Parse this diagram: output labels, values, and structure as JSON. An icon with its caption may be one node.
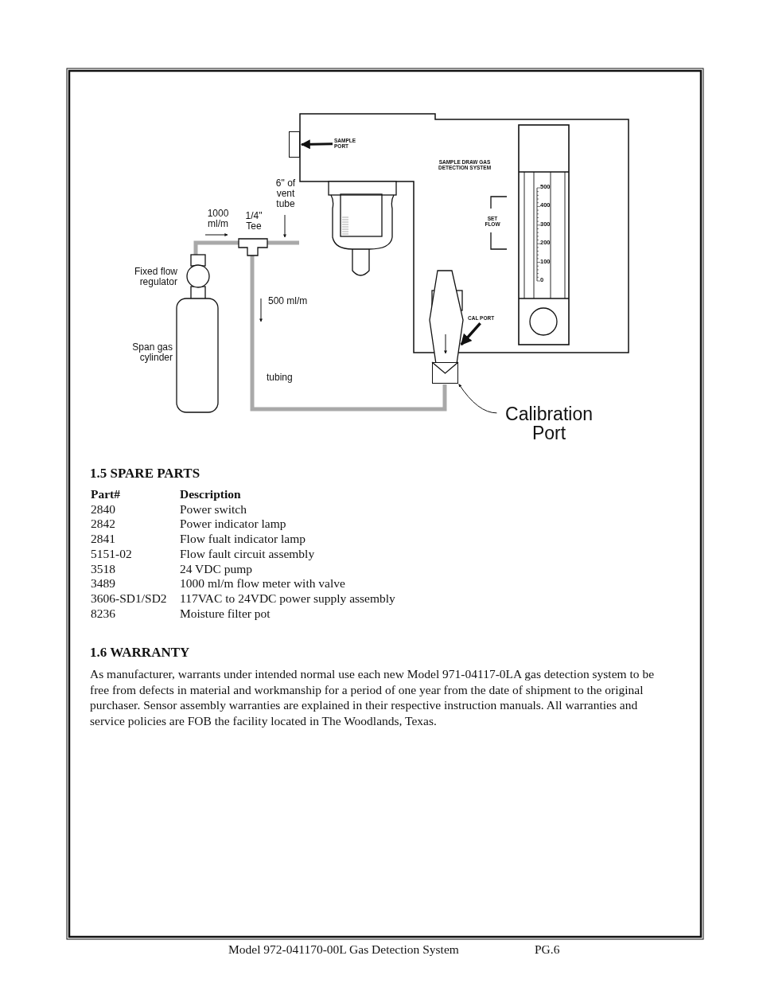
{
  "diagram": {
    "nodes": [
      {
        "text": [
          "SAMPLE PORT"
        ]
      },
      {
        "text": [],
        "shape": "box"
      },
      {
        "text": [
          "CAL PORT"
        ]
      },
      {
        "text": [
          "Calibration Port"
        ]
      },
      {
        "text": [],
        "shape": "box"
      },
      {
        "text": [],
        "shape": "box"
      }
    ],
    "edges": [
      {
        "from": 0,
        "to": 1,
        "arrow": "to"
      },
      {
        "from": 2,
        "to": 4,
        "arrow": "to"
      },
      {
        "from": 3,
        "to": 5,
        "arrow": "to"
      }
    ],
    "labels": [
      "SAMPLE DRAW GAS DETECTION SYSTEM",
      "SET FLOW",
      "500",
      "400",
      "300",
      "200",
      "100",
      "0",
      "6\" of vent tube",
      "1000 ml/m",
      "1/4\" Tee",
      "Fixed flow regulator",
      "500 ml/m",
      "Span gas cylinder",
      "tubing",
      "1.5 SPARE PARTS",
      "Part#",
      "Description",
      "2840",
      "Power switch",
      "2842",
      "Power indicator lamp",
      "2841",
      "Flow fualt indicator lamp",
      "5151-02",
      "Flow fault circuit assembly",
      "3518",
      "24 VDC pump",
      "3489",
      "1000 ml/m flow meter with valve",
      "3606-SD1/SD2",
      "117VAC to 24VDC power supply assembly",
      "8236",
      "Moisture filter pot",
      "1.6 WARRANTY",
      "As manufacturer, warrants under intended normal use each new Model 971-04117-0LA gas detection system to be free from defects in material and workmanship for a period of one year from the date of shipment to the original purchaser. Sensor assembly warranties are explained in their respective instruction manuals. All warranties and service policies are FOB the facility located in The Woodlands, Texas.",
      "Model 972-041170-00L Gas Detection System",
      "PG.6"
    ]
  }
}
